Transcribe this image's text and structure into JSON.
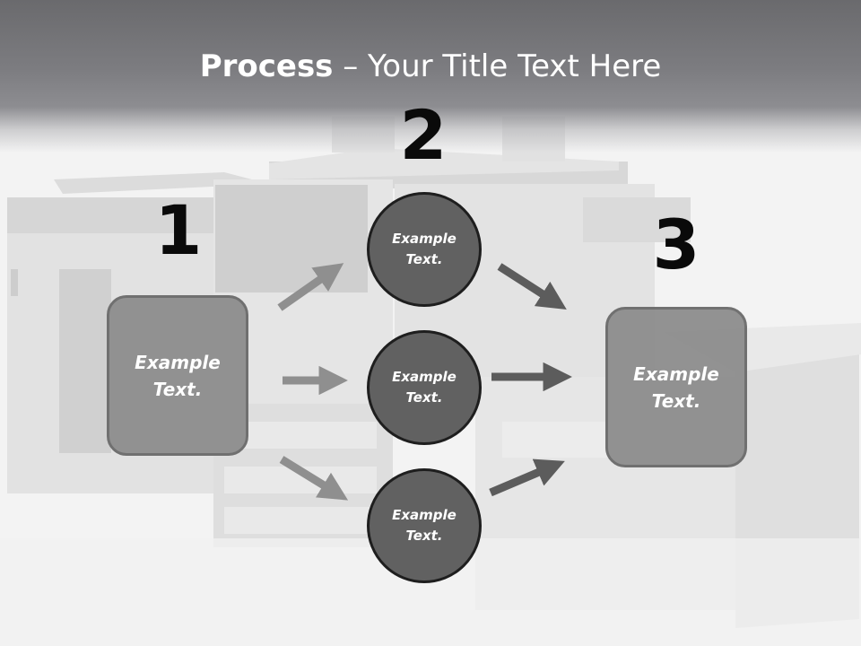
{
  "title": {
    "strong": "Process",
    "rest": " – Your Title Text Here"
  },
  "steps": [
    {
      "number": "1",
      "text": "Example Text."
    },
    {
      "number": "2",
      "items": [
        {
          "text": "Example Text."
        },
        {
          "text": "Example Text."
        },
        {
          "text": "Example Text."
        }
      ]
    },
    {
      "number": "3",
      "text": "Example Text."
    }
  ],
  "colors": {
    "title_band": "#7c7c80",
    "box_fill": "#8f8f8f",
    "box_border": "#6d6d6d",
    "circle_fill": "#616161",
    "circle_border": "#1e1e1e",
    "arrow_light": "#8f8f8f",
    "arrow_dark": "#5c5c5c",
    "number_color": "#0a0a0a"
  }
}
